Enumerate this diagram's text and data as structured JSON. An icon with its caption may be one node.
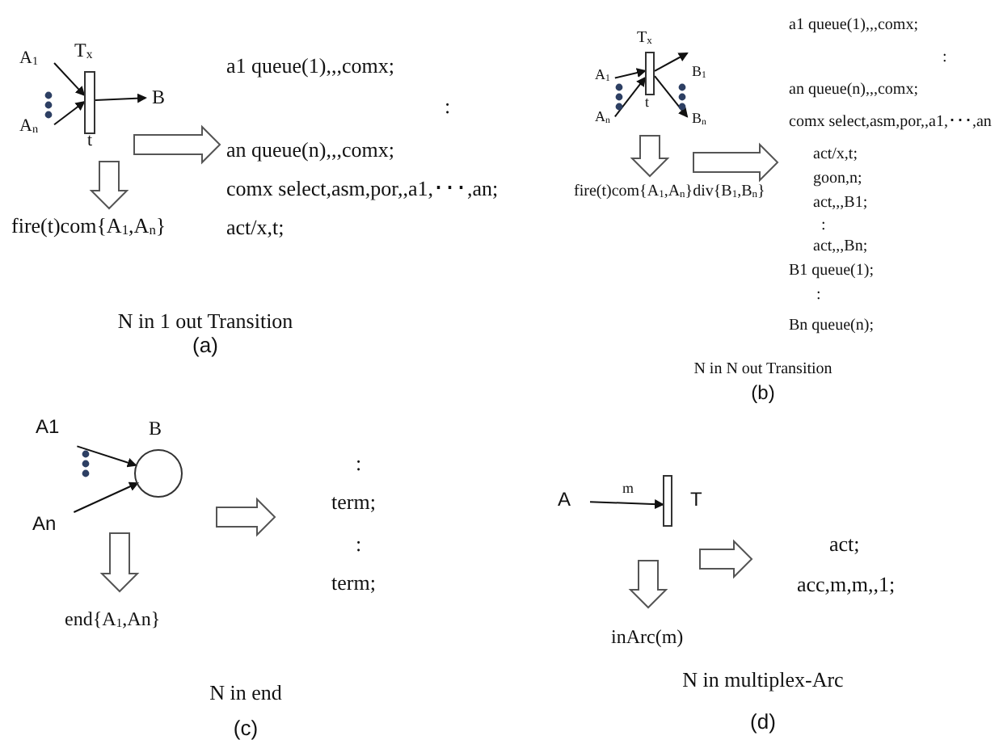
{
  "diagram": {
    "nodes": [
      {
        "text": [
          "A$_{1}$"
        ]
      },
      {
        "text": [
          "A$_{n}$"
        ]
      },
      {
        "text": [],
        "shape": "bar",
        "beside": [
          "T$_{x}$",
          "t"
        ]
      },
      {
        "text": [
          "B"
        ]
      },
      {
        "text": [
          "fire(t)com{A$_{1}$,A$_{n}$}"
        ]
      },
      {
        "text": [
          "a1 queue(1),,,comx;",
          ":",
          "an queue(n),,,comx;",
          "comx select,asm,por,,a1,･･･,an;",
          "act/x,t;"
        ]
      },
      {
        "text": [
          "A$_{1}$"
        ]
      },
      {
        "text": [
          "A$_{n}$"
        ]
      },
      {
        "text": [],
        "shape": "bar",
        "beside": [
          "T$_{x}$",
          "t"
        ]
      },
      {
        "text": [
          "B$_{1}$"
        ]
      },
      {
        "text": [
          "B$_{n}$"
        ]
      },
      {
        "text": [
          "fire(t)com{A$_{1}$,A$_{n}$}div{B$_{1}$,B$_{n}$}"
        ]
      },
      {
        "text": [
          "a1 queue(1),,,comx;",
          ":",
          "an queue(n),,,comx;",
          "comx select,asm,por,,a1,･･･,an",
          "act/x,t;",
          "goon,n;",
          "act,,,B1;",
          ":",
          "act,,,Bn;",
          "B1 queue(1);",
          ":",
          "Bn queue(n);"
        ]
      },
      {
        "text": [
          "A1"
        ]
      },
      {
        "text": [
          "An"
        ]
      },
      {
        "text": [],
        "shape": "circle",
        "beside": [
          "B"
        ]
      },
      {
        "text": [
          "end{A$_{1}$,An}"
        ]
      },
      {
        "text": [
          ":",
          "term;",
          ":",
          "term;"
        ]
      },
      {
        "text": [
          "A"
        ]
      },
      {
        "text": [],
        "shape": "bar",
        "beside": [
          "T"
        ]
      },
      {
        "text": [
          "inArc(m)"
        ]
      },
      {
        "text": [
          "act;",
          "acc,m,m,,1;"
        ]
      }
    ],
    "edges": [
      {
        "from": 0,
        "to": 2,
        "arrow": "to"
      },
      {
        "from": 1,
        "to": 2,
        "arrow": "to"
      },
      {
        "from": 2,
        "to": 3,
        "arrow": "to"
      },
      {
        "from": 2,
        "to": 4,
        "arrow": "to",
        "style": "thick"
      },
      {
        "from": 2,
        "to": 5,
        "arrow": "to",
        "style": "thick"
      },
      {
        "from": 6,
        "to": 8,
        "arrow": "to"
      },
      {
        "from": 7,
        "to": 8,
        "arrow": "to"
      },
      {
        "from": 8,
        "to": 9,
        "arrow": "to"
      },
      {
        "from": 8,
        "to": 10,
        "arrow": "to"
      },
      {
        "from": 8,
        "to": 11,
        "arrow": "to",
        "style": "thick"
      },
      {
        "from": 8,
        "to": 12,
        "arrow": "to",
        "style": "thick"
      },
      {
        "from": 13,
        "to": 15,
        "arrow": "to"
      },
      {
        "from": 14,
        "to": 15,
        "arrow": "to"
      },
      {
        "from": 15,
        "to": 16,
        "arrow": "to",
        "style": "thick"
      },
      {
        "from": 15,
        "to": 17,
        "arrow": "to",
        "style": "thick"
      },
      {
        "from": 18,
        "to": 19,
        "arrow": "to",
        "label": "m"
      },
      {
        "from": 19,
        "to": 20,
        "arrow": "to",
        "style": "thick"
      },
      {
        "from": 19,
        "to": 21,
        "arrow": "to",
        "style": "thick"
      }
    ],
    "labels": [
      "N in 1 out Transition",
      "(a)",
      "N in N out Transition",
      "(b)",
      "N in end",
      "(c)",
      "N in multiplex-Arc",
      "(d)"
    ]
  }
}
